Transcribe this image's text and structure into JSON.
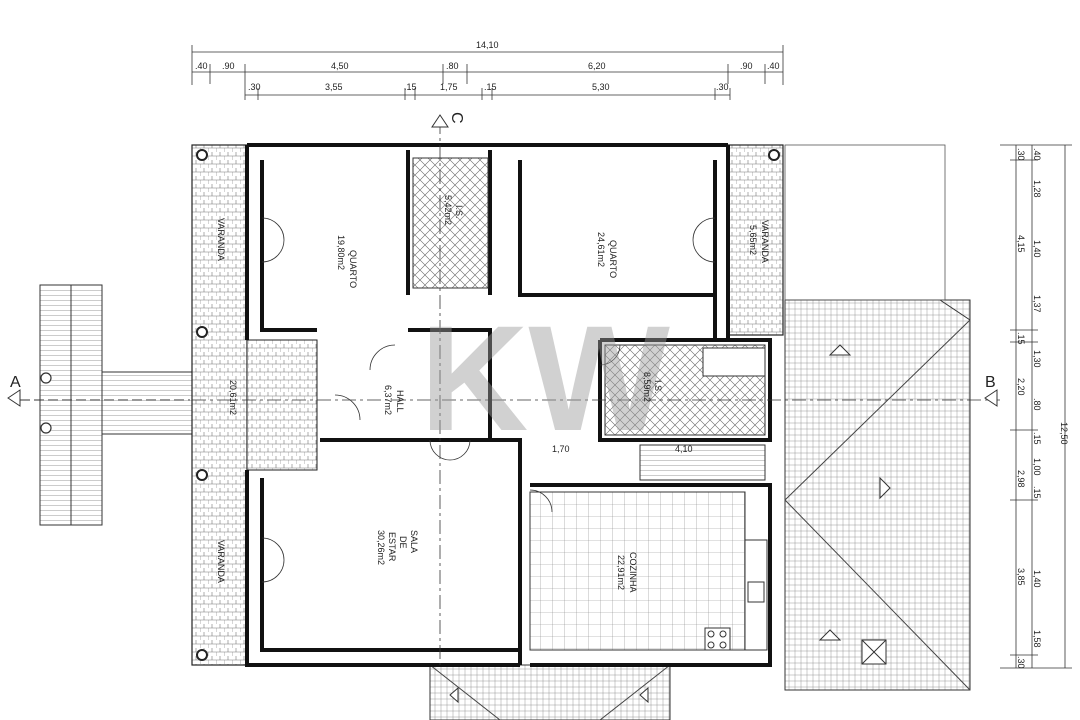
{
  "dimensions": {
    "top_total": "14,10",
    "top_row2": [
      ".40",
      ".90",
      "4,50",
      ".80",
      "6,20",
      ".90",
      ".40"
    ],
    "top_row3": [
      ".30",
      "3,55",
      ".15",
      "1,75",
      ".15",
      "5,30",
      ".30"
    ],
    "right_total": "12,50",
    "right_outer": [
      ".30",
      "4,15",
      ".15",
      "2,20",
      "2,98",
      "3,85",
      ".30"
    ],
    "right_inner": [
      ".40",
      "1,28",
      "1,40",
      "1,37",
      "1,30",
      ".80",
      ".15",
      "1,00",
      ".15",
      "1,40",
      "1,58"
    ],
    "internal": [
      "1,70",
      "4,10"
    ]
  },
  "rooms": {
    "quarto_left": {
      "name": "QUARTO",
      "area": "19,80m2"
    },
    "is_left": {
      "name": "I.S.",
      "area": "5,42m2"
    },
    "quarto_right": {
      "name": "QUARTO",
      "area": "24,61m2"
    },
    "varanda_right_top": {
      "name": "VARANDA",
      "area": "5,65m2"
    },
    "varanda_left_top": {
      "name": "VARANDA"
    },
    "varanda_left_mid": {
      "area": "20,61m2"
    },
    "hall": {
      "name": "HALL",
      "area": "6,37m2"
    },
    "is_right": {
      "name": "I.S.",
      "area": "8,59m2"
    },
    "sala": {
      "name1": "SALA",
      "name2": "DE",
      "name3": "ESTAR",
      "area": "30,26m2"
    },
    "cozinha": {
      "name": "COZINHA",
      "area": "22,91m2"
    },
    "varanda_left_bottom": {
      "name": "VARANDA"
    }
  },
  "sections": {
    "a": "A",
    "b": "B",
    "c": "C"
  },
  "watermark": "KW"
}
